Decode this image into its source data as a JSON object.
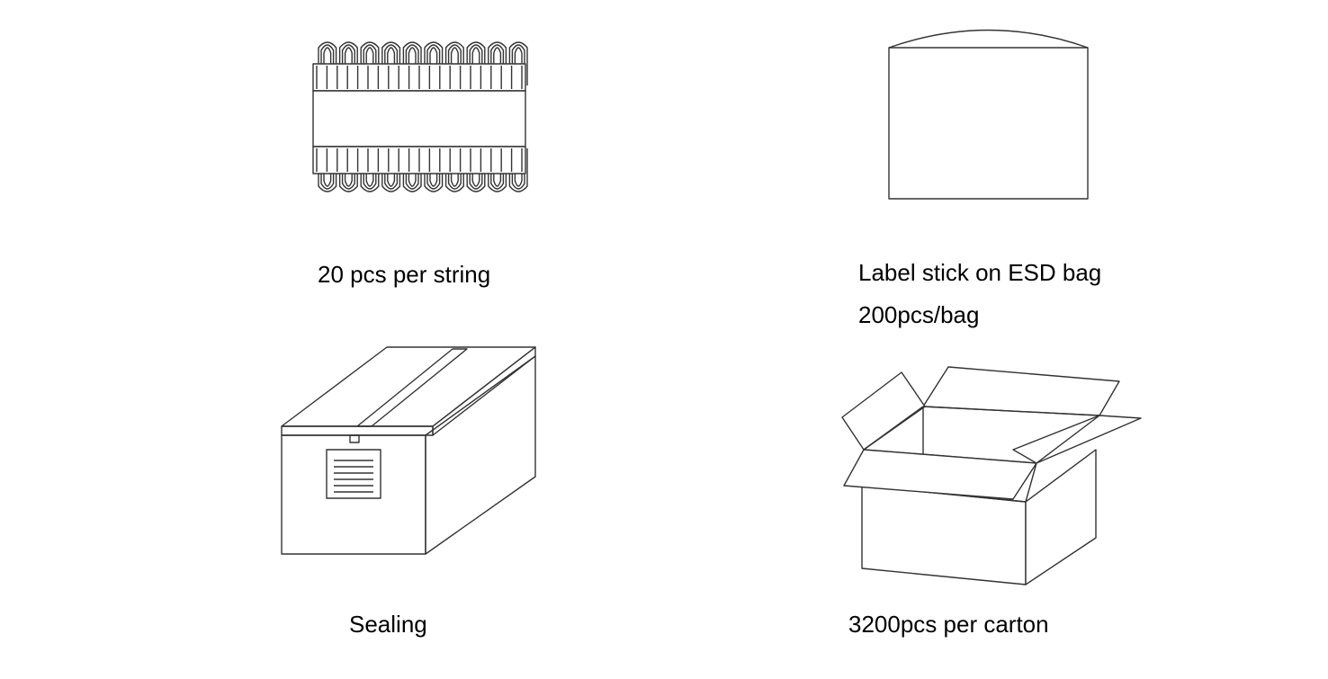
{
  "panels": {
    "string": {
      "caption": "20 pcs per string",
      "icon": "led-module-string-icon"
    },
    "bag": {
      "caption_line1": "Label stick on ESD bag",
      "caption_line2": "200pcs/bag",
      "icon": "esd-bag-icon"
    },
    "sealing": {
      "caption": "Sealing",
      "icon": "sealed-box-icon"
    },
    "carton": {
      "caption": "3200pcs per carton",
      "icon": "open-carton-icon"
    }
  },
  "colors": {
    "line": "#333333",
    "background": "#ffffff",
    "text": "#000000"
  }
}
